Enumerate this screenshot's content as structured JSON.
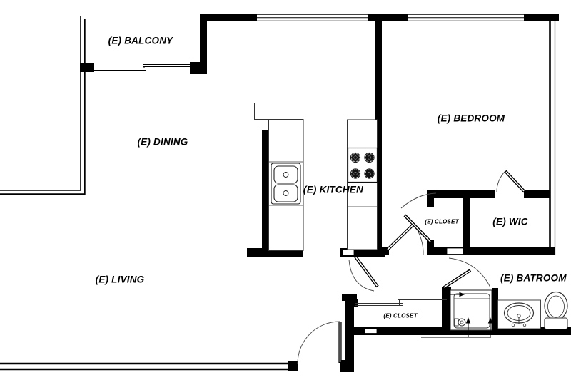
{
  "document": {
    "type": "architectural-floor-plan",
    "units_note": "(E) = existing"
  },
  "colors": {
    "background": "#ffffff",
    "wall_line": "#000000",
    "label_text": "#000000",
    "arc_line": "#444444"
  },
  "rooms": [
    {
      "id": "balcony",
      "label": "(E) BALCONY"
    },
    {
      "id": "dining",
      "label": "(E) DINING"
    },
    {
      "id": "kitchen",
      "label": "(E) KITCHEN"
    },
    {
      "id": "bedroom",
      "label": "(E) BEDROOM"
    },
    {
      "id": "living",
      "label": "(E) LIVING"
    },
    {
      "id": "closet-hall",
      "label": "(E) CLOSET"
    },
    {
      "id": "wic",
      "label": "(E) WIC"
    },
    {
      "id": "bathroom",
      "label": "(E) BATROOM"
    },
    {
      "id": "closet-entry",
      "label": "(E) CLOSET"
    }
  ],
  "fixtures": [
    "refrigerator-cabinet",
    "kitchen-double-sink",
    "stove-4-burner",
    "bathtub-with-faucet",
    "vanity-oval-sink",
    "toilet",
    "sliding-closet-doors",
    "entry-swing-door",
    "interior-swing-doors",
    "window-band-top-left",
    "window-band-top-right",
    "balcony-railing"
  ]
}
